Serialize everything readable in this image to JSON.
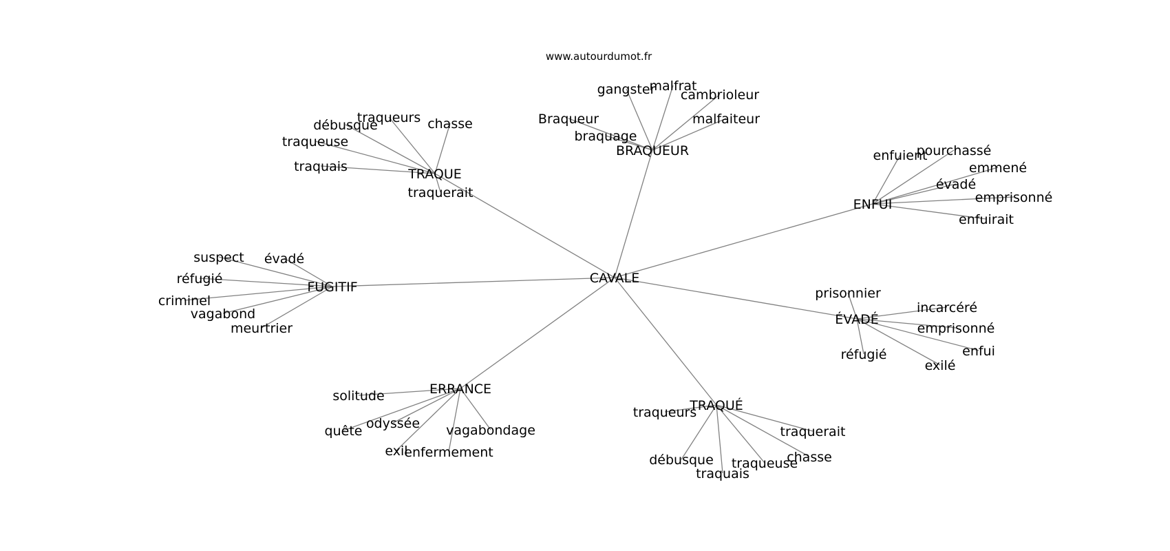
{
  "source": "www.autourdumot.fr",
  "graph": {
    "center": "CAVALE",
    "clusters": [
      {
        "hub": "TRAQUE",
        "leaves": [
          "chasse",
          "traqueurs",
          "débusque",
          "traqueuse",
          "traquais",
          "traquerait"
        ]
      },
      {
        "hub": "BRAQUEUR",
        "leaves": [
          "gangster",
          "malfrat",
          "cambrioleur",
          "malfaiteur",
          "Braqueur",
          "braquage"
        ]
      },
      {
        "hub": "ENFUI",
        "leaves": [
          "enfuient",
          "pourchassé",
          "emmené",
          "évadé",
          "emprisonné",
          "enfuirait"
        ]
      },
      {
        "hub": "FUGITIF",
        "leaves": [
          "suspect",
          "évadé",
          "réfugié",
          "criminel",
          "vagabond",
          "meurtrier"
        ]
      },
      {
        "hub": "ÉVADÉ",
        "leaves": [
          "prisonnier",
          "incarcéré",
          "emprisonné",
          "enfui",
          "exilé",
          "réfugié"
        ]
      },
      {
        "hub": "ERRANCE",
        "leaves": [
          "solitude",
          "odyssée",
          "quête",
          "vagabondage",
          "exil",
          "enfermement"
        ]
      },
      {
        "hub": "TRAQUÉ",
        "leaves": [
          "traqueurs",
          "traquerait",
          "chasse",
          "traqueuse",
          "débusque",
          "traquais"
        ]
      }
    ]
  }
}
